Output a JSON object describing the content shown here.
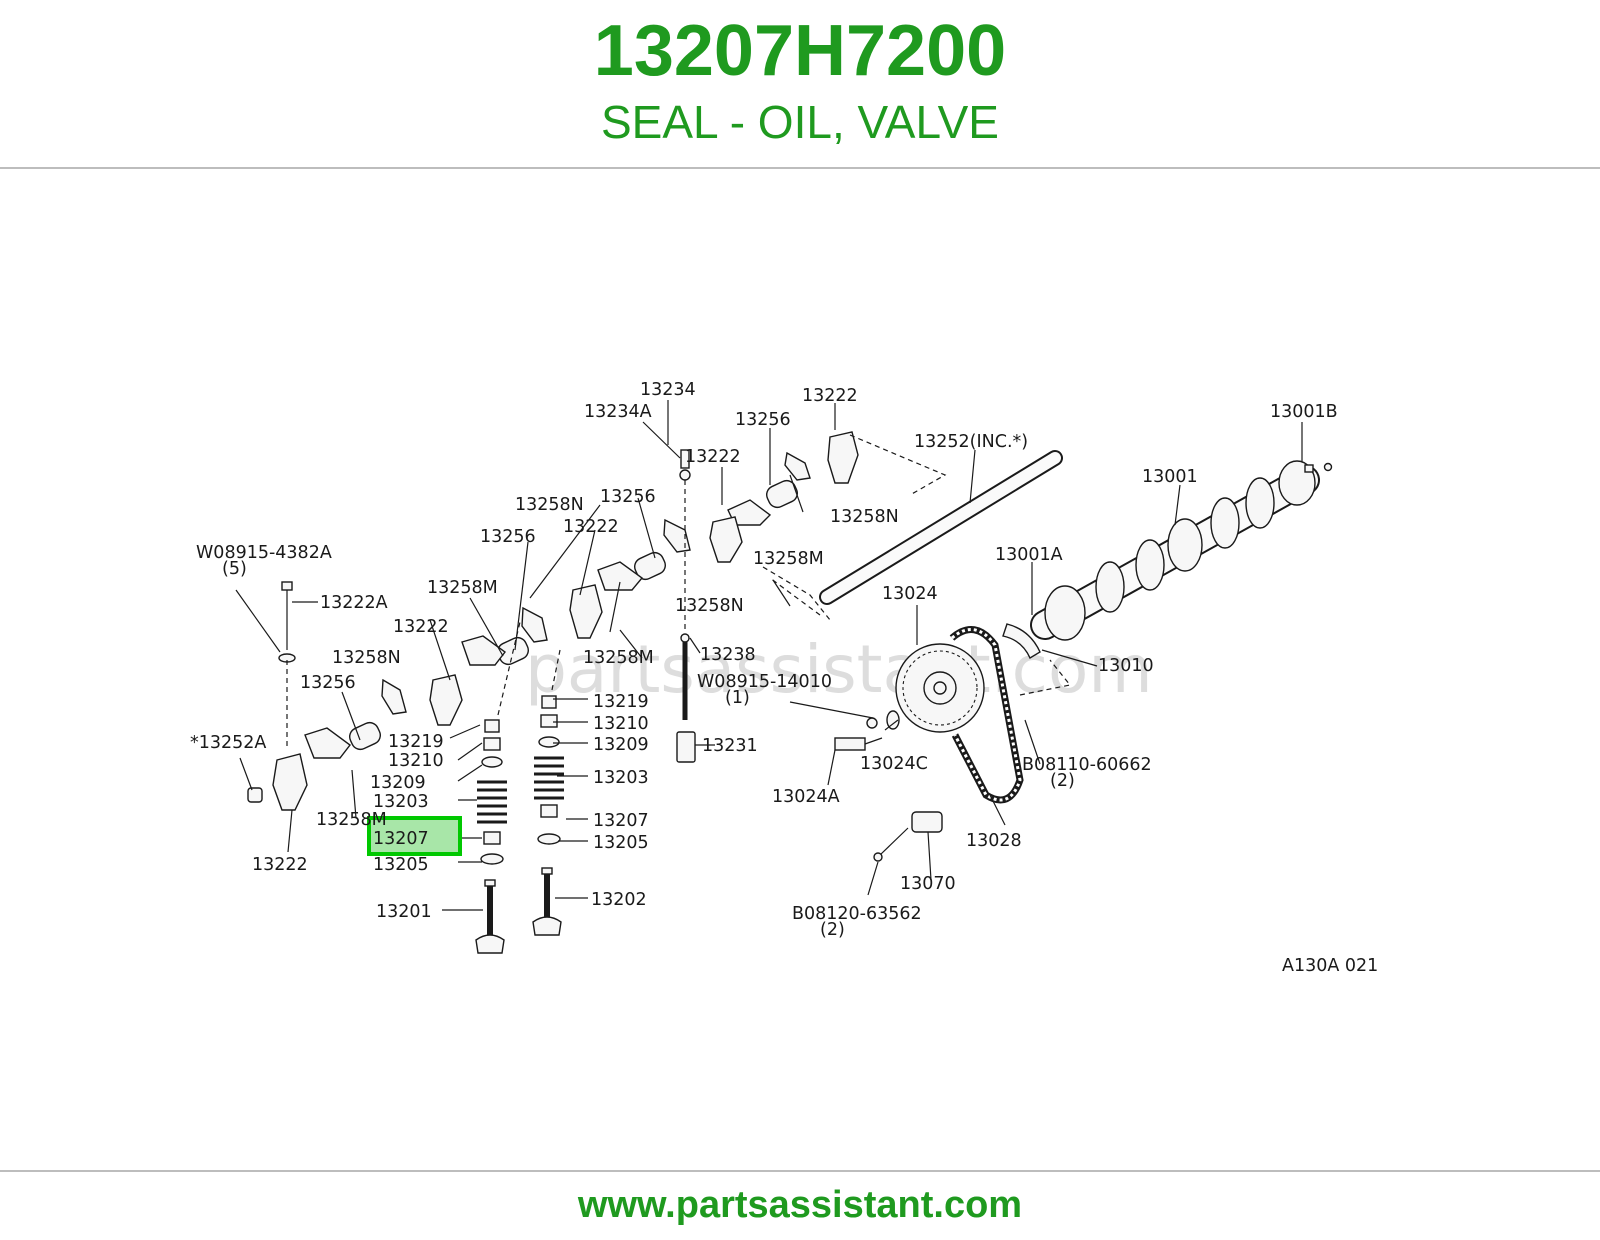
{
  "header": {
    "part_number": "13207H7200",
    "part_name": "SEAL - OIL, VALVE"
  },
  "diagram": {
    "code": "A130A 021",
    "watermark": "partsassistant.com",
    "highlighted": "13207",
    "callouts": {
      "c13234": "13234",
      "c13234A": "13234A",
      "c13222_top": "13222",
      "c13256_top": "13256",
      "c13001B": "13001B",
      "c13252inc": "13252(INC.*)",
      "c13222_mid": "13222",
      "c13001": "13001",
      "c13258N_a": "13258N",
      "c13256_b": "13256",
      "c13258N_b": "13258N",
      "c13222_b": "13222",
      "c13256_c": "13256",
      "c13258M_a": "13258M",
      "c08915_4382A": "W08915-4382A",
      "q5": "(5)",
      "c13001A": "13001A",
      "c13222A": "13222A",
      "c13258M_b": "13258M",
      "c13258N_c": "13258N",
      "c13024": "13024",
      "c13222_c": "13222",
      "c13258N_d": "13258N",
      "c13258M_c": "13258M",
      "c13238": "13238",
      "c13010": "13010",
      "c13256_d": "13256",
      "c08915_14010": "W08915-14010",
      "q1": "(1)",
      "c13219_a": "13219",
      "c13210_a": "13210",
      "c13219_b": "13219",
      "c13252A": "*13252A",
      "c13209_a": "13209",
      "c13231": "13231",
      "c13210_b": "13210",
      "c13024C": "13024C",
      "c08110_60662": "B08110-60662",
      "q2a": "(2)",
      "c13203_a": "13203",
      "c13209_b": "13209",
      "c13024A": "13024A",
      "c13203_b": "13203",
      "c13258M_d": "13258M",
      "c13207_b": "13207",
      "c13205_a": "13205",
      "c13028": "13028",
      "c13222_d": "13222",
      "c13205_b": "13205",
      "c13070": "13070",
      "c13202": "13202",
      "c13201": "13201",
      "c08120_63562": "B08120-63562",
      "q2b": "(2)"
    }
  },
  "footer": {
    "url": "www.partsassistant.com"
  },
  "colors": {
    "brand_green": "#1f9a1f",
    "highlight_border": "#00c800",
    "highlight_fill": "#a8e6a8"
  }
}
